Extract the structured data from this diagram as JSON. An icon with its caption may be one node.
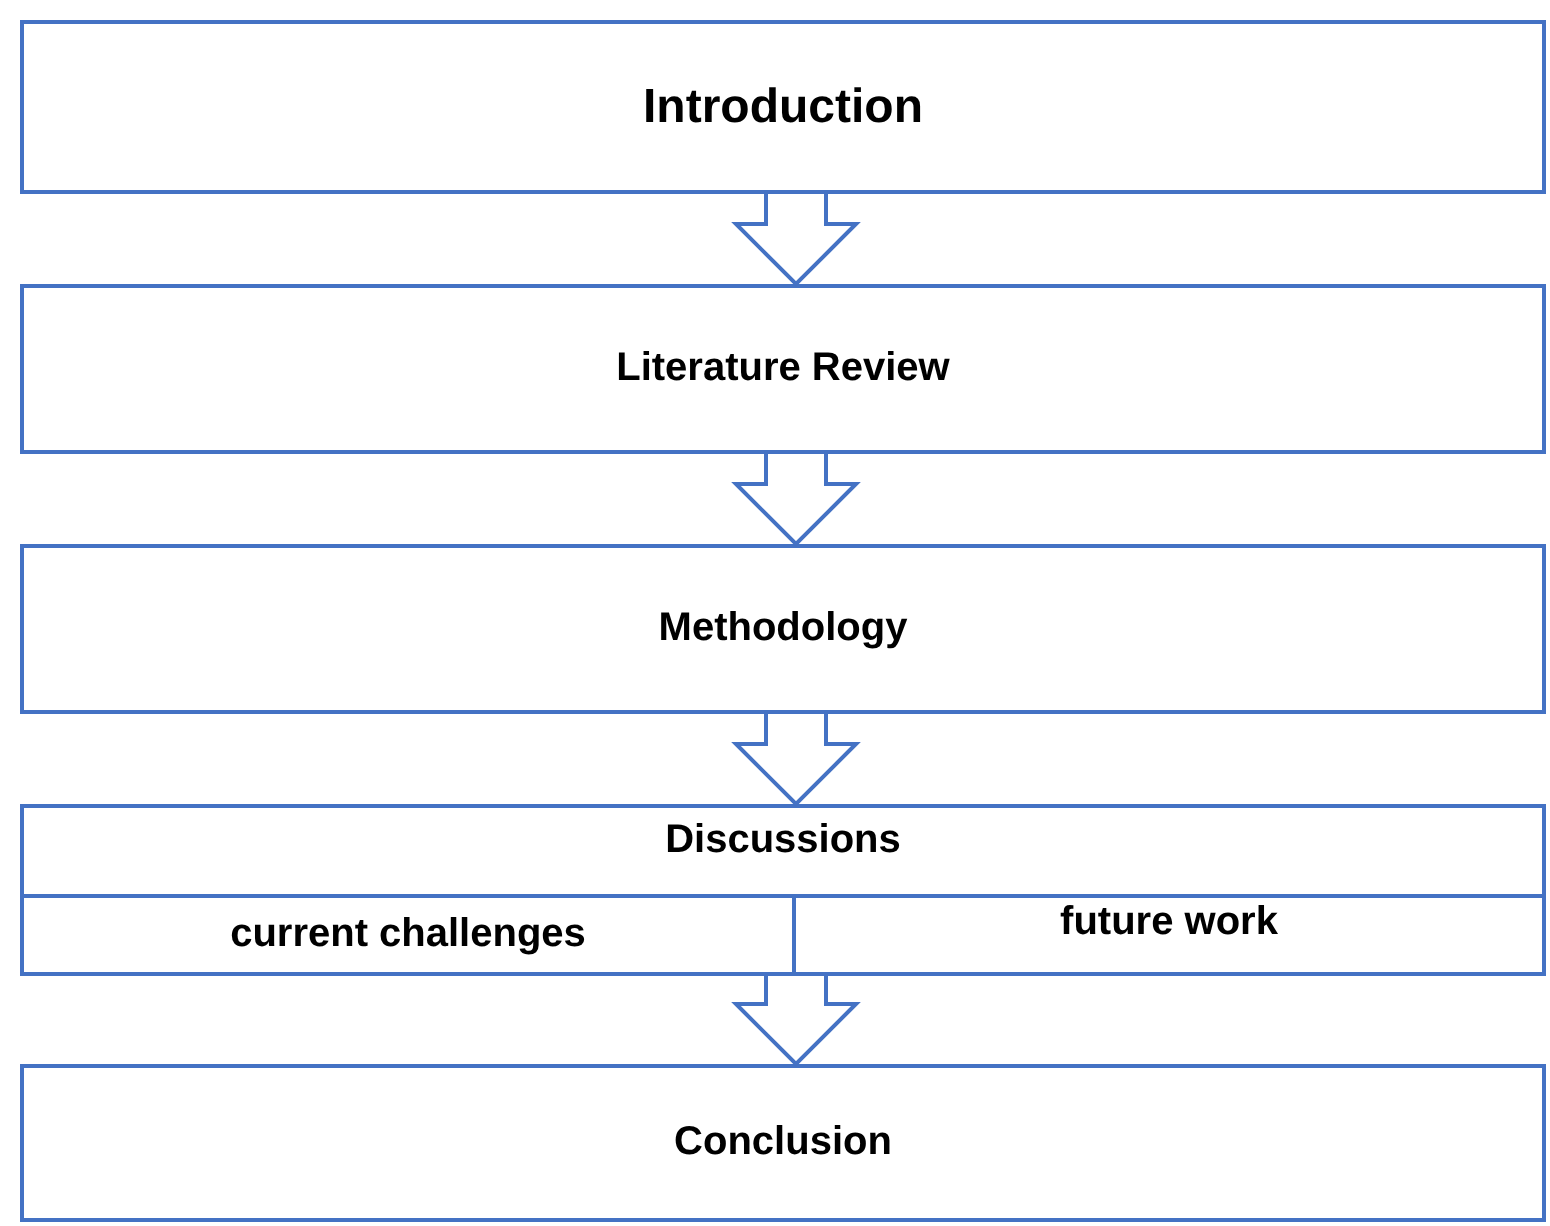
{
  "diagram": {
    "nodes": [
      {
        "text": [
          "Introduction"
        ]
      },
      {
        "text": [
          "Literature Review"
        ]
      },
      {
        "text": [
          "Methodology"
        ]
      },
      {
        "text": [
          "Discussions"
        ]
      },
      {
        "text": [
          "current challenges"
        ],
        "in": 3
      },
      {
        "text": [
          "future work"
        ],
        "in": 3
      },
      {
        "text": [
          "Conclusion"
        ]
      }
    ],
    "edges": [
      {
        "from": 0,
        "to": 1,
        "arrow": "to"
      },
      {
        "from": 1,
        "to": 2,
        "arrow": "to"
      },
      {
        "from": 2,
        "to": 3,
        "arrow": "to"
      },
      {
        "from": 3,
        "to": 6,
        "arrow": "to"
      }
    ]
  }
}
